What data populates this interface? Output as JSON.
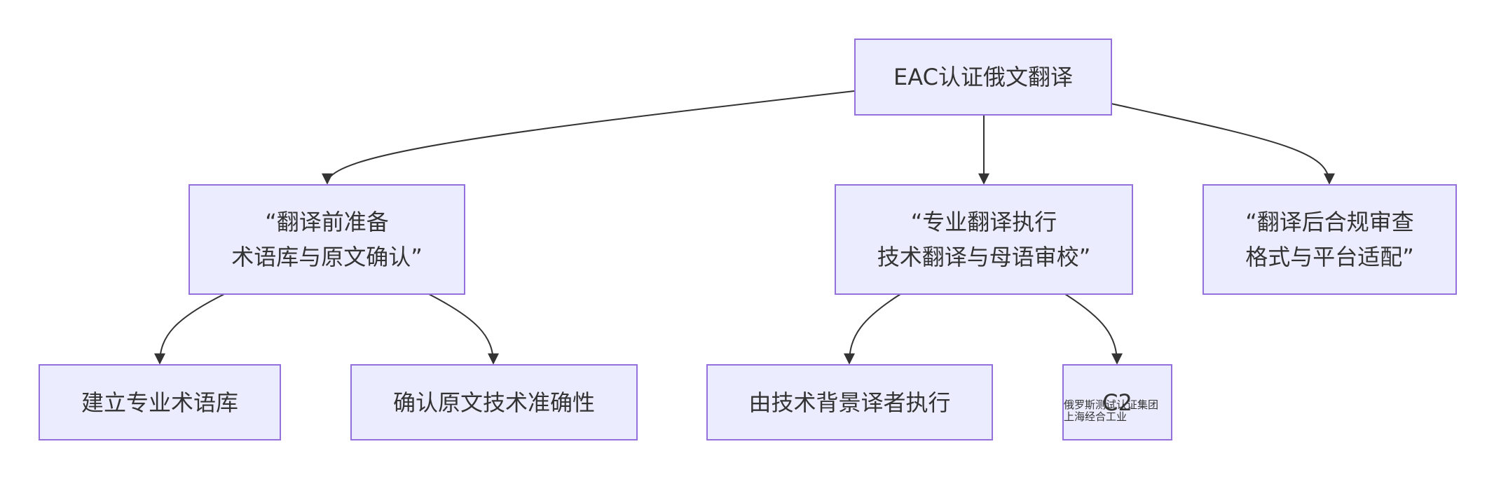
{
  "diagram": {
    "type": "flowchart",
    "nodes": {
      "root": {
        "label": "EAC认证俄文翻译"
      },
      "prep": {
        "label": "“翻译前准备\n术语库与原文确认”"
      },
      "exec": {
        "label": "“专业翻译执行\n技术翻译与母语审校”"
      },
      "review": {
        "label": "“翻译后合规审查\n格式与平台适配”"
      },
      "glossary": {
        "label": "建立专业术语库"
      },
      "verify": {
        "label": "确认原文技术准确性"
      },
      "translator": {
        "label": "由技术背景译者执行"
      },
      "c2": {
        "label": "C2",
        "overlay": "俄罗斯测试认证集团\n上海经合工业"
      }
    },
    "edges": [
      {
        "from": "root",
        "to": "prep"
      },
      {
        "from": "root",
        "to": "exec"
      },
      {
        "from": "root",
        "to": "review"
      },
      {
        "from": "prep",
        "to": "glossary"
      },
      {
        "from": "prep",
        "to": "verify"
      },
      {
        "from": "exec",
        "to": "translator"
      },
      {
        "from": "exec",
        "to": "c2"
      }
    ],
    "colors": {
      "node_fill": "#ECECFF",
      "node_border": "#9370DB",
      "edge": "#333333",
      "text": "#333333"
    }
  }
}
